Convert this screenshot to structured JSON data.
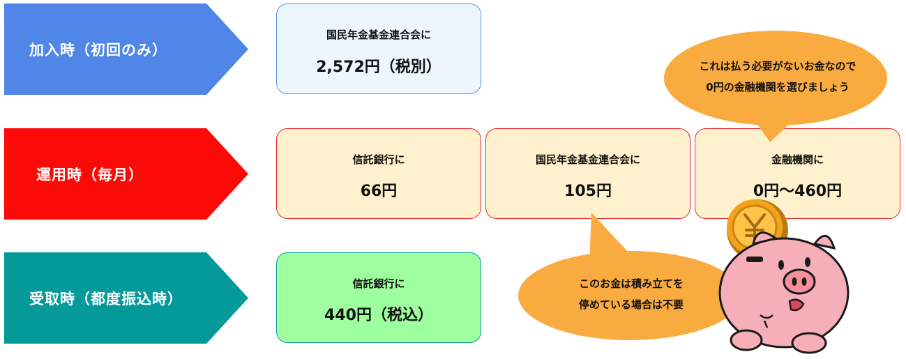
{
  "stages": [
    {
      "label": "加入時（初回のみ）",
      "color": "#4f86e8"
    },
    {
      "label": "運用時（毎月）",
      "color": "#fb0a08"
    },
    {
      "label": "受取時（都度振込時）",
      "color": "#049a9a"
    }
  ],
  "boxes": {
    "join": {
      "sub": "国民年金基金連合会に",
      "main": "2,572円（税別）",
      "bg": "#eef6fd",
      "border": "#5b8fe4"
    },
    "op_trust": {
      "sub": "信託銀行に",
      "main": "66円",
      "bg": "#fff1cd",
      "border": "#e8242a"
    },
    "op_federation": {
      "sub": "国民年金基金連合会に",
      "main": "105円",
      "bg": "#fff1cd",
      "border": "#e8242a"
    },
    "op_institution": {
      "sub": "金融機関に",
      "main": "0円～460円",
      "bg": "#fff1cd",
      "border": "#e8242a"
    },
    "receive": {
      "sub": "信託銀行に",
      "main": "440円（税込）",
      "bg": "#9dff9d",
      "border": "#079a9a"
    }
  },
  "bubbles": {
    "top": {
      "line1": "これは払う必要がないお金なので",
      "line2": "0円の金融機関を選びましょう"
    },
    "bottom": {
      "line1": "このお金は積み立てを",
      "line2": "停めている場合は不要"
    },
    "color": "#f9ab3f"
  }
}
